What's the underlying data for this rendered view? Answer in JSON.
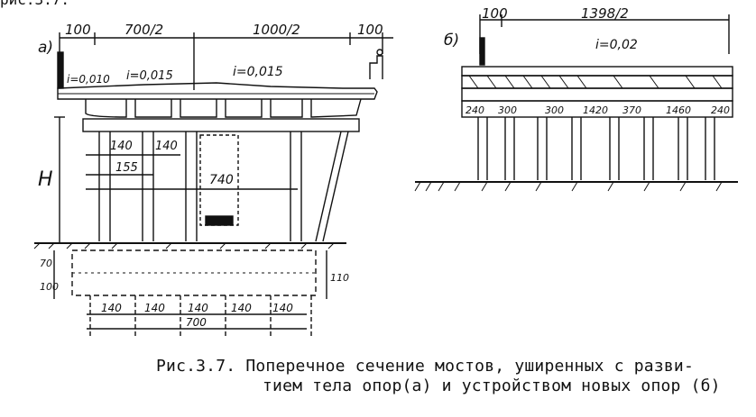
{
  "top_stub": "рис.3.7:",
  "panel_a": {
    "label": "а)",
    "top_dims": [
      "100",
      "700/2",
      "1000/2",
      "100"
    ],
    "slopes": [
      "i=0,010",
      "i=0,015",
      "i=0,015"
    ],
    "height_label": "H",
    "pier_dims": [
      "140",
      "140",
      "155",
      "740"
    ],
    "footing_dims": [
      "70",
      "100",
      "110"
    ],
    "pile_spacing": [
      "140",
      "140",
      "140",
      "140",
      "140"
    ],
    "pile_total": "700"
  },
  "panel_b": {
    "label": "б)",
    "top_dims": [
      "100",
      "1398/2"
    ],
    "slope": "i=0,02",
    "bay_dims": [
      "240",
      "300",
      "300",
      "1420",
      "370",
      "1460",
      "240"
    ]
  },
  "caption": {
    "line1": "Рис.3.7. Поперечное сечение мостов, уширенных с разви-",
    "line2": "тием тела опор(а) и устройством новых опор (б)"
  }
}
